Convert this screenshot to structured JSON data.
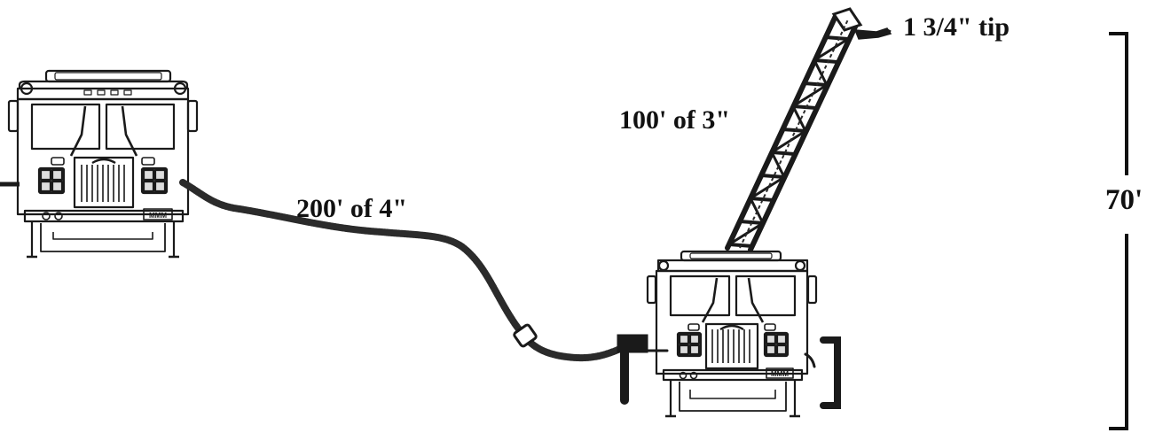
{
  "colors": {
    "ink": "#1a1a1a",
    "hose": "#2b2b2b",
    "background": "#ffffff"
  },
  "labels": {
    "supply_line": "200' of 4\"",
    "aerial_line": "100' of 3\"",
    "nozzle_tip": "1 3/4\" tip",
    "height": "70'"
  },
  "trucks": {
    "left_plate": "MMM",
    "right_plate": "MMM"
  },
  "icons": [
    "pumper-truck-icon",
    "aerial-ladder-truck-icon",
    "ladder-icon",
    "hose-line-icon",
    "nozzle-icon",
    "height-bracket-icon"
  ]
}
